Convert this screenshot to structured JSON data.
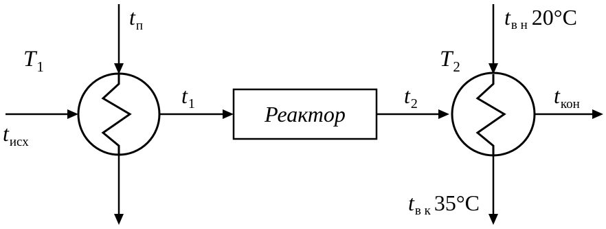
{
  "heat_exchanger_1": {
    "title_letter": "T",
    "title_sub": "1",
    "input_label": "t",
    "input_sub": "исх",
    "heating_label": "t",
    "heating_sub": "п",
    "output_label": "t",
    "output_sub": "1"
  },
  "reactor": {
    "label": "Реактор",
    "output_label": "t",
    "output_sub": "2"
  },
  "heat_exchanger_2": {
    "title_letter": "T",
    "title_sub": "2",
    "coolant_in_label": "t",
    "coolant_in_sub": "в н",
    "coolant_in_temp": "20°C",
    "coolant_out_label": "t",
    "coolant_out_sub": "в к",
    "coolant_out_temp": "35°C",
    "output_label": "t",
    "output_sub": "кон"
  },
  "colors": {
    "stroke": "#000000",
    "background": "#ffffff"
  }
}
